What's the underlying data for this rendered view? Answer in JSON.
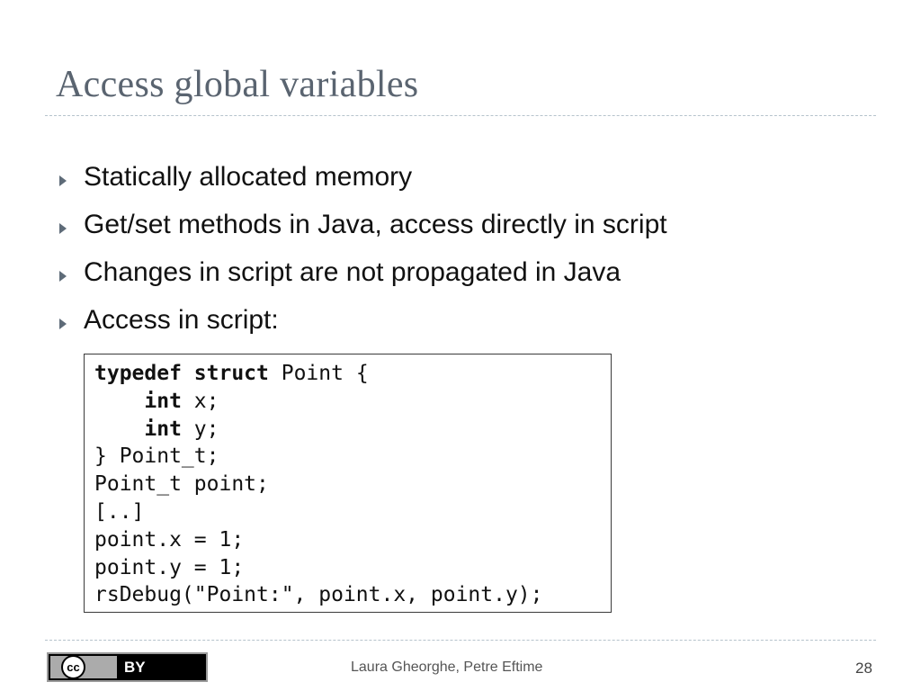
{
  "slide": {
    "title": "Access global variables",
    "bullets": [
      "Statically allocated memory",
      "Get/set methods in Java, access directly in script",
      "Changes in script are not propagated in Java",
      "Access in script:"
    ],
    "code": {
      "keywords": [
        "typedef",
        "struct",
        "int",
        "int"
      ],
      "lines": {
        "l1_rest": " Point {",
        "l2_rest": " x;",
        "l3_rest": " y;",
        "l4": "} Point_t;",
        "l5": "Point_t point;",
        "l6": "[..]",
        "l7": "point.x = 1;",
        "l8": "point.y = 1;",
        "l9": "rsDebug(\"Point:\", point.x, point.y);"
      }
    },
    "footer": {
      "license_badge_text": "BY",
      "license_symbol": "cc",
      "authors": "Laura Gheorghe, Petre Eftime",
      "page_number": "28"
    }
  }
}
